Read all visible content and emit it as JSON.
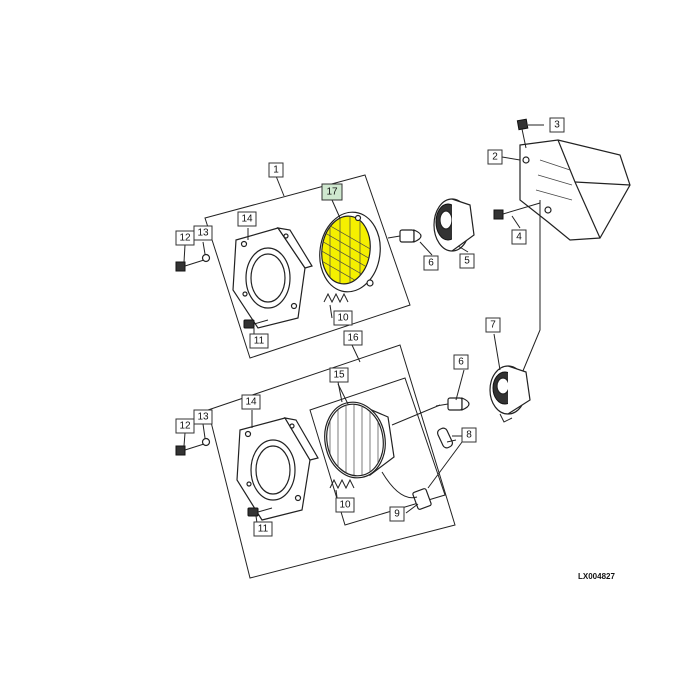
{
  "figure": {
    "reference_code": "LX004827",
    "highlight_color": "#f5f000",
    "callouts": {
      "c1": "1",
      "c2": "2",
      "c3": "3",
      "c4": "4",
      "c5": "5",
      "c6a": "6",
      "c6b": "6",
      "c7": "7",
      "c8": "8",
      "c9": "9",
      "c10a": "10",
      "c10b": "10",
      "c11a": "11",
      "c11b": "11",
      "c12a": "12",
      "c12b": "12",
      "c13a": "13",
      "c13b": "13",
      "c14a": "14",
      "c14b": "14",
      "c15": "15",
      "c16": "16",
      "c17": "17"
    }
  }
}
